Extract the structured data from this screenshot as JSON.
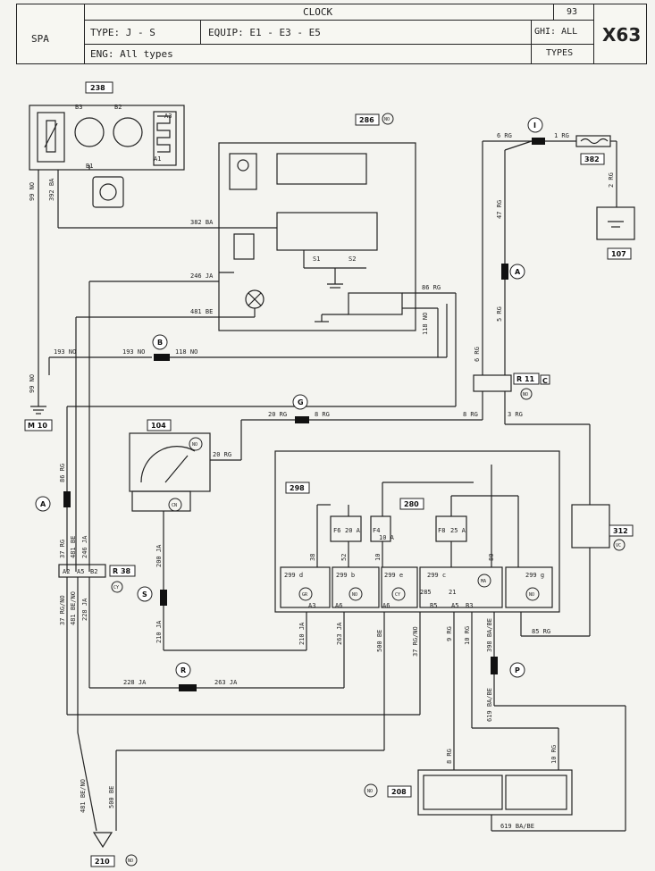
{
  "header": {
    "spa": "SPA",
    "title": "CLOCK",
    "type": "TYPE: J - S",
    "equip": "EQUIP: E1 - E3 - E5",
    "eng": "ENG: All types",
    "page": "93",
    "ghi": "GHI: ALL",
    "types": "TYPES",
    "code": "X63"
  },
  "components": {
    "c238": "238",
    "c286": "286",
    "c382": "382",
    "c107": "107",
    "c104": "104",
    "c298": "298",
    "c280": "280",
    "c312": "312",
    "c208": "208",
    "c210": "210",
    "m10": "M 10",
    "r11": "R 11",
    "r38": "R 38",
    "s1": "S1",
    "s2": "S2",
    "b3": "B3",
    "b2": "B2",
    "b1": "B1",
    "a3": "A3",
    "a1": "A1",
    "fuse_f6": "F6",
    "fuse_f6_val": "20 A",
    "fuse_f4": "F4",
    "fuse_f4_val": "10 A",
    "fuse_f8": "F8",
    "fuse_f8_val": "25 A",
    "conn_299d": "299 d",
    "conn_299b": "299 b",
    "conn_299e": "299 e",
    "conn_299c": "299 c",
    "conn_299g": "299 g"
  },
  "badges": {
    "no": "NO",
    "gr": "GR",
    "cy": "CY",
    "ma": "MA",
    "vc": "VC",
    "cn": "CN"
  },
  "markers": {
    "A": "A",
    "B": "B",
    "G": "G",
    "I": "I",
    "P": "P",
    "R": "R",
    "S": "S",
    "C": "C"
  },
  "wires": {
    "w99no_a": "99 NO",
    "w392ba": "392 BA",
    "w382ba": "382 BA",
    "w246ja": "246 JA",
    "w481be": "481 BE",
    "w86rg": "86 RG",
    "w118no": "118 NO",
    "w193no": "193 NO",
    "w193no_b": "193 NO",
    "w118no_b": "118 NO",
    "w99no": "99 NO",
    "w6rg": "6 RG",
    "w1rg": "1 RG",
    "w2rg": "2 RG",
    "w47rg": "47 RG",
    "w5rg": "5 RG",
    "w6rg_b": "6 RG",
    "w20rg": "20 RG",
    "w8rg": "8 RG",
    "w20rg_b": "20 RG",
    "w8rg_b": "8 RG",
    "w3rg": "3 RG",
    "w86rg_b": "86 RG",
    "w37rg": "37 RG",
    "w481be_b": "481 BE",
    "w246ja_b": "246 JA",
    "w37rgno": "37 RG/NO",
    "w481beno": "481 BE/NO",
    "w228ja": "228 JA",
    "w200ja": "200 JA",
    "w210ja": "210 JA",
    "w210ja_b": "210 JA",
    "w263ja": "263 JA",
    "w500be": "500 BE",
    "w37rgno_b": "37 RG/NO",
    "w9rg": "9 RG",
    "w10rg": "10 RG",
    "w398": "398 BA/BE",
    "w85rg": "85 RG",
    "w619": "619 BA/BE",
    "w228ja_b": "228 JA",
    "w263ja_b": "263 JA",
    "w8rg_c": "8 RG",
    "w10rg_b": "10 RG",
    "w619_b": "619 BA/BE",
    "w481beno_b": "481 BE/NO",
    "w500be_b": "500 BE",
    "pin_a3": "A3",
    "pin_a6": "A6",
    "pin_a6b": "A6",
    "pin_b5": "B5",
    "pin_a5": "A5",
    "pin_b3": "B3",
    "pin_a2": "A2",
    "pin_a5r": "A5",
    "pin_b2": "B2",
    "n38": "38",
    "n52": "52",
    "n10": "10",
    "n21": "21",
    "n80": "80",
    "n285": "285"
  }
}
